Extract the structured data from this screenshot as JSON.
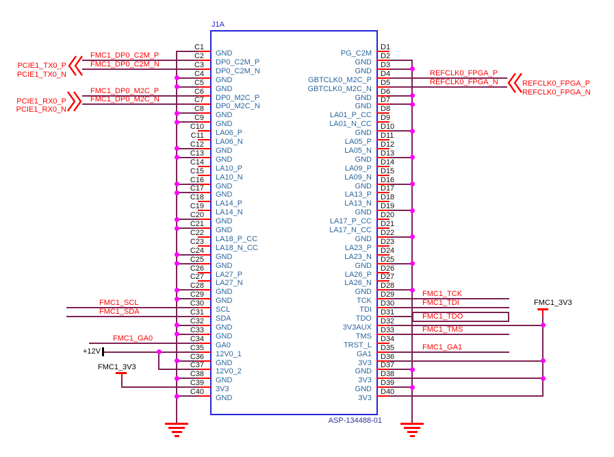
{
  "schematic": {
    "title": "J1A",
    "part_number": "ASP-134488-01",
    "left_pins": [
      {
        "pin": "C1",
        "name": "GND",
        "conn": "gnd_start"
      },
      {
        "pin": "C2",
        "name": "DP0_C2M_P",
        "conn": "pcie",
        "net": "FMC1_DP0_C2M_P"
      },
      {
        "pin": "C3",
        "name": "DP0_C2M_N",
        "conn": "pcie",
        "net": "FMC1_DP0_C2M_N"
      },
      {
        "pin": "C4",
        "name": "GND",
        "conn": "gnd"
      },
      {
        "pin": "C5",
        "name": "GND",
        "conn": "gnd"
      },
      {
        "pin": "C6",
        "name": "DP0_M2C_P",
        "conn": "pcie",
        "net": "FMC1_DP0_M2C_P"
      },
      {
        "pin": "C7",
        "name": "DP0_M2C_N",
        "conn": "pcie",
        "net": "FMC1_DP0_M2C_N"
      },
      {
        "pin": "C8",
        "name": "GND",
        "conn": "gnd"
      },
      {
        "pin": "C9",
        "name": "GND",
        "conn": "gnd"
      },
      {
        "pin": "C10",
        "name": "LA06_P",
        "conn": "none"
      },
      {
        "pin": "C11",
        "name": "LA06_N",
        "conn": "none"
      },
      {
        "pin": "C12",
        "name": "GND",
        "conn": "gnd"
      },
      {
        "pin": "C13",
        "name": "GND",
        "conn": "gnd"
      },
      {
        "pin": "C14",
        "name": "LA10_P",
        "conn": "none"
      },
      {
        "pin": "C15",
        "name": "LA10_N",
        "conn": "none"
      },
      {
        "pin": "C16",
        "name": "GND",
        "conn": "gnd"
      },
      {
        "pin": "C17",
        "name": "GND",
        "conn": "gnd"
      },
      {
        "pin": "C18",
        "name": "LA14_P",
        "conn": "none"
      },
      {
        "pin": "C19",
        "name": "LA14_N",
        "conn": "none"
      },
      {
        "pin": "C20",
        "name": "GND",
        "conn": "gnd"
      },
      {
        "pin": "C21",
        "name": "GND",
        "conn": "gnd"
      },
      {
        "pin": "C22",
        "name": "LA18_P_CC",
        "conn": "none"
      },
      {
        "pin": "C23",
        "name": "LA18_N_CC",
        "conn": "none"
      },
      {
        "pin": "C24",
        "name": "GND",
        "conn": "gnd"
      },
      {
        "pin": "C25",
        "name": "GND",
        "conn": "gnd"
      },
      {
        "pin": "C26",
        "name": "LA27_P",
        "conn": "none"
      },
      {
        "pin": "C27",
        "name": "LA27_N",
        "conn": "none"
      },
      {
        "pin": "C28",
        "name": "GND",
        "conn": "gnd"
      },
      {
        "pin": "C29",
        "name": "GND",
        "conn": "gnd"
      },
      {
        "pin": "C30",
        "name": "SCL",
        "conn": "i2c",
        "net": "FMC1_SCL"
      },
      {
        "pin": "C31",
        "name": "SDA",
        "conn": "i2c",
        "net": "FMC1_SDA"
      },
      {
        "pin": "C32",
        "name": "GND",
        "conn": "gnd"
      },
      {
        "pin": "C33",
        "name": "GND",
        "conn": "gnd"
      },
      {
        "pin": "C34",
        "name": "GA0",
        "conn": "ga0",
        "net": "FMC1_GA0"
      },
      {
        "pin": "C35",
        "name": "12V0_1",
        "conn": "12v_a"
      },
      {
        "pin": "C36",
        "name": "GND",
        "conn": "gnd"
      },
      {
        "pin": "C37",
        "name": "12V0_2",
        "conn": "12v_b"
      },
      {
        "pin": "C38",
        "name": "GND",
        "conn": "gnd"
      },
      {
        "pin": "C39",
        "name": "3V3",
        "conn": "3v3_left"
      },
      {
        "pin": "C40",
        "name": "GND",
        "conn": "gnd"
      }
    ],
    "right_pins": [
      {
        "pin": "D1",
        "name": "PG_C2M",
        "conn": "none"
      },
      {
        "pin": "D2",
        "name": "GND",
        "conn": "gnd_start"
      },
      {
        "pin": "D3",
        "name": "GND",
        "conn": "gnd"
      },
      {
        "pin": "D4",
        "name": "GBTCLK0_M2C_P",
        "conn": "refclk",
        "net": "REFCLK0_FPGA_P"
      },
      {
        "pin": "D5",
        "name": "GBTCLK0_M2C_N",
        "conn": "refclk",
        "net": "REFCLK0_FPGA_N"
      },
      {
        "pin": "D6",
        "name": "GND",
        "conn": "gnd"
      },
      {
        "pin": "D7",
        "name": "GND",
        "conn": "gnd"
      },
      {
        "pin": "D8",
        "name": "LA01_P_CC",
        "conn": "none"
      },
      {
        "pin": "D9",
        "name": "LA01_N_CC",
        "conn": "none"
      },
      {
        "pin": "D10",
        "name": "GND",
        "conn": "gnd"
      },
      {
        "pin": "D11",
        "name": "LA05_P",
        "conn": "none"
      },
      {
        "pin": "D12",
        "name": "LA05_N",
        "conn": "none"
      },
      {
        "pin": "D13",
        "name": "GND",
        "conn": "gnd"
      },
      {
        "pin": "D14",
        "name": "LA09_P",
        "conn": "none"
      },
      {
        "pin": "D15",
        "name": "LA09_N",
        "conn": "none"
      },
      {
        "pin": "D16",
        "name": "GND",
        "conn": "gnd"
      },
      {
        "pin": "D17",
        "name": "LA13_P",
        "conn": "none"
      },
      {
        "pin": "D18",
        "name": "LA13_N",
        "conn": "none"
      },
      {
        "pin": "D19",
        "name": "GND",
        "conn": "gnd"
      },
      {
        "pin": "D20",
        "name": "LA17_P_CC",
        "conn": "none"
      },
      {
        "pin": "D21",
        "name": "LA17_N_CC",
        "conn": "none"
      },
      {
        "pin": "D22",
        "name": "GND",
        "conn": "gnd"
      },
      {
        "pin": "D23",
        "name": "LA23_P",
        "conn": "none"
      },
      {
        "pin": "D24",
        "name": "LA23_N",
        "conn": "none"
      },
      {
        "pin": "D25",
        "name": "GND",
        "conn": "gnd"
      },
      {
        "pin": "D26",
        "name": "LA26_P",
        "conn": "none"
      },
      {
        "pin": "D27",
        "name": "LA26_N",
        "conn": "none"
      },
      {
        "pin": "D28",
        "name": "GND",
        "conn": "gnd"
      },
      {
        "pin": "D29",
        "name": "TCK",
        "conn": "jtag",
        "net": "FMC1_TCK"
      },
      {
        "pin": "D30",
        "name": "TDI",
        "conn": "jtag",
        "net": "FMC1_TDI"
      },
      {
        "pin": "D31",
        "name": "TDO",
        "conn": "tdo",
        "net": "FMC1_TDO"
      },
      {
        "pin": "D32",
        "name": "3V3AUX",
        "conn": "v3"
      },
      {
        "pin": "D33",
        "name": "TMS",
        "conn": "jtag",
        "net": "FMC1_TMS"
      },
      {
        "pin": "D34",
        "name": "TRST_L",
        "conn": "none"
      },
      {
        "pin": "D35",
        "name": "GA1",
        "conn": "jtag",
        "net": "FMC1_GA1"
      },
      {
        "pin": "D36",
        "name": "3V3",
        "conn": "v3"
      },
      {
        "pin": "D37",
        "name": "GND",
        "conn": "gnd"
      },
      {
        "pin": "D38",
        "name": "3V3",
        "conn": "v3"
      },
      {
        "pin": "D39",
        "name": "GND",
        "conn": "gnd"
      },
      {
        "pin": "D40",
        "name": "3V3",
        "conn": "v3_end"
      }
    ],
    "ports": {
      "pcie_tx": {
        "p": "PCIE1_TX0_P",
        "n": "PCIE1_TX0_N"
      },
      "pcie_rx": {
        "p": "PCIE1_RX0_P",
        "n": "PCIE1_RX0_N"
      },
      "refclk": {
        "p": "REFCLK0_FPGA_P",
        "n": "REFCLK0_FPGA_N"
      }
    },
    "power": {
      "p12v": "+12V",
      "fmc1_3v3_left": "FMC1_3V3",
      "fmc1_3v3_right": "FMC1_3V3"
    }
  },
  "colors": {
    "box": "#2424d8",
    "part_number": "#2e2e9e",
    "pin_name": "#2a659c",
    "pin_number": "#111111",
    "wire": "#7c2152",
    "stub": "#ff0000",
    "junction": "#ff00ff",
    "net_label": "#ff0000",
    "ground": "#ff0000",
    "power_label": "#000000"
  }
}
